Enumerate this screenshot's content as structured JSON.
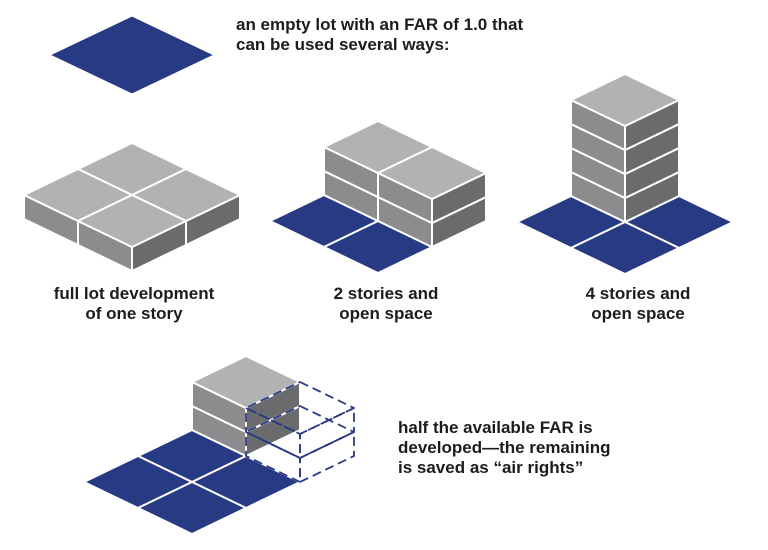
{
  "colors": {
    "lot_fill": "#283a84",
    "lot_line": "#ffffff",
    "box_top": "#b2b2b4",
    "box_left": "#8c8c8e",
    "box_right": "#6b6b6d",
    "box_edge": "#ffffff",
    "air_rights_outline": "#283a84",
    "text": "#1c1c1c"
  },
  "intro": {
    "line1": "an empty lot with an FAR of 1.0 that",
    "line2": "can be used several ways:"
  },
  "options": [
    {
      "line1": "full lot development",
      "line2": "of one story"
    },
    {
      "line1": "2 stories and",
      "line2": "open space"
    },
    {
      "line1": "4 stories and",
      "line2": "open space"
    }
  ],
  "air_rights": {
    "line1": "half the available FAR is",
    "line2": "developed—the remaining",
    "line3": "is saved as “air rights”"
  }
}
